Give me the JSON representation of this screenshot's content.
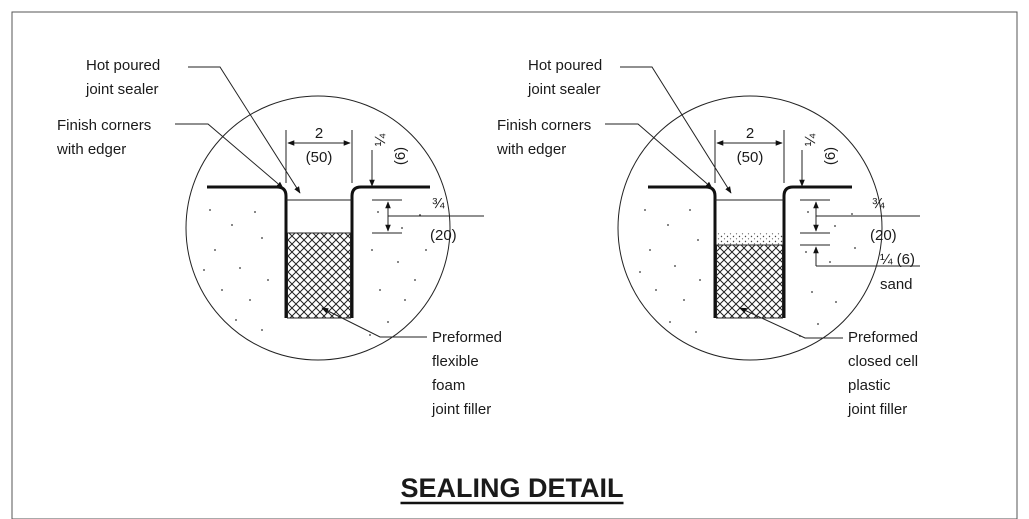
{
  "left_detail": {
    "sealer_label": [
      "Hot poured",
      "joint sealer"
    ],
    "corners_label": [
      "Finish corners",
      "with edger"
    ],
    "width_dim": "2",
    "width_dim_metric": "(50)",
    "sealer_depth": "¼",
    "sealer_depth_metric": "(6)",
    "recess_dim": "¾",
    "recess_dim_metric": "(20)",
    "filler_label": [
      "Preformed",
      "flexible",
      "foam",
      "joint filler"
    ]
  },
  "right_detail": {
    "sealer_label": [
      "Hot poured",
      "joint sealer"
    ],
    "corners_label": [
      "Finish corners",
      "with edger"
    ],
    "width_dim": "2",
    "width_dim_metric": "(50)",
    "sealer_depth": "¼",
    "sealer_depth_metric": "(6)",
    "recess_dim": "¾",
    "recess_dim_metric": "(20)",
    "sand_dim": "¼ (6)",
    "sand_label": "sand",
    "filler_label": [
      "Preformed",
      "closed cell",
      "plastic",
      "joint filler"
    ]
  },
  "title": "SEALING DETAIL"
}
